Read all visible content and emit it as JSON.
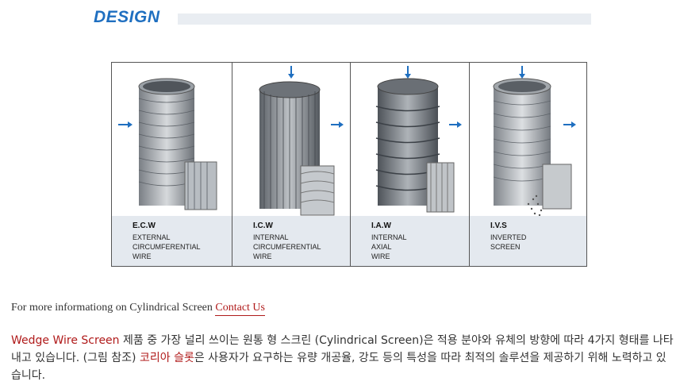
{
  "heading": {
    "title": "DESIGN"
  },
  "panels": [
    {
      "code": "E.C.W",
      "desc": "EXTERNAL\nCIRCUMFERENTIAL\nWIRE"
    },
    {
      "code": "I.C.W",
      "desc": "INTERNAL\nCIRCUMFERENTIAL\nWIRE"
    },
    {
      "code": "I.A.W",
      "desc": "INTERNAL\nAXIAL\nWIRE"
    },
    {
      "code": "I.V.S",
      "desc": "INVERTED\nSCREEN"
    }
  ],
  "info": {
    "prefix": "For more informationg on Cylindrical Screen",
    "link": "Contact Us"
  },
  "description": {
    "hl1": "Wedge Wire Screen",
    "text1": " 제품 중 가장 널리 쓰이는 원통 형 스크린 (Cylindrical Screen)은 적용 분야와 유체의 방향에 따라 4가지 형태를 나타내고 있습니다. (그림 참조) ",
    "hl2": "코리아 슬롯",
    "text2": "은 사용자가 요구하는 유량 개공율, 강도 등의 특성을 따라 최적의 솔루션을 제공하기 위해 노력하고 있습니다."
  },
  "colors": {
    "accent": "#1f6fc0",
    "link": "#b01a1a",
    "arrow": "#1f6fc0"
  }
}
